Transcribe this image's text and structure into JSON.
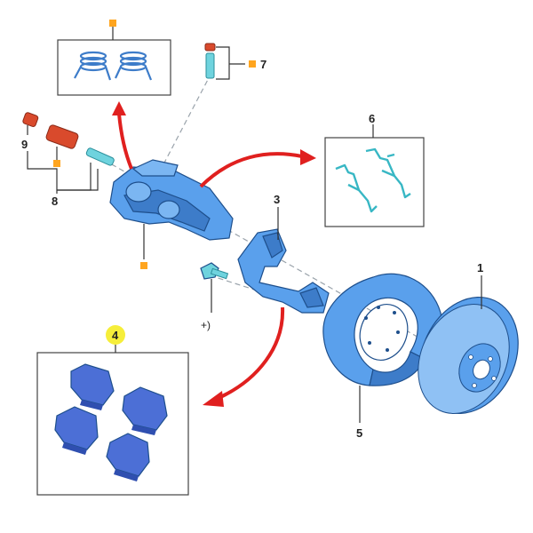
{
  "callouts": {
    "disc": "1",
    "bracket": "3",
    "pads": "4",
    "shield": "5",
    "clips": "6",
    "bleed": "7",
    "guide_pins": "8",
    "cap": "9",
    "bolt": "+)"
  },
  "colors": {
    "part_fill": "#5aa0ec",
    "part_dark": "#3d7cc9",
    "pad_fill": "#4c6fd6",
    "clip_stroke": "#38b7c4",
    "marker": "#ffa51f",
    "arrow": "#e0201f",
    "highlight": "#f6ee3a",
    "rust": "#d94a2c"
  },
  "icons": [
    "red-arrow-icon",
    "orange-square-icon"
  ]
}
